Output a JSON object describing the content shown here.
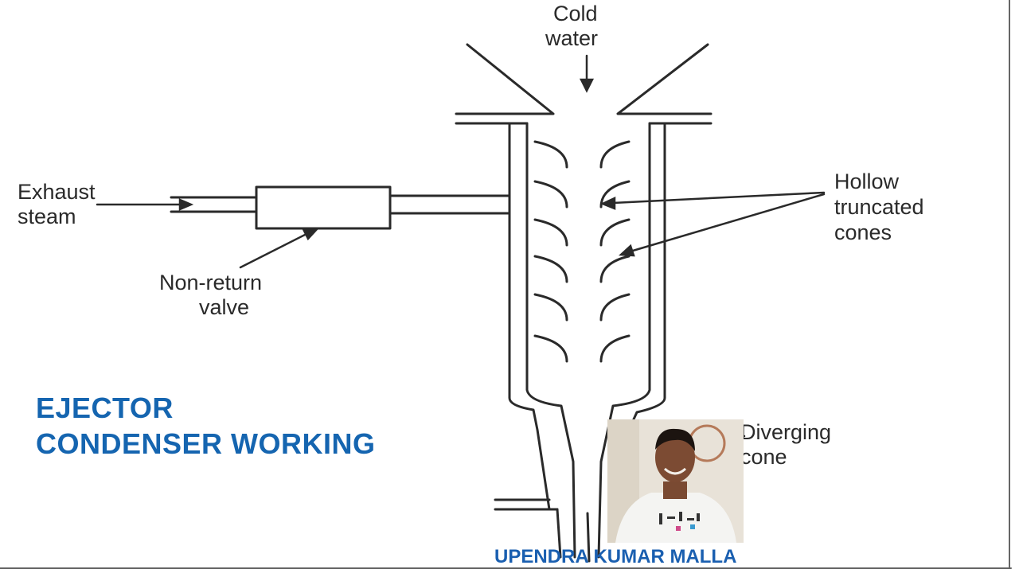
{
  "labels": {
    "cold_water": [
      "Cold",
      "water"
    ],
    "exhaust_steam": [
      "Exhaust",
      "steam"
    ],
    "non_return_valve": [
      "Non-return",
      "valve"
    ],
    "hollow_cones": [
      "Hollow",
      "truncated",
      "cones"
    ],
    "diverging_cone": [
      "Diverging",
      "cone"
    ]
  },
  "title": {
    "line1": "EJECTOR",
    "line2": "CONDENSER WORKING"
  },
  "author": "UPENDRA KUMAR MALLA",
  "colors": {
    "title": "#1565b0",
    "line": "#2a2a2a",
    "author": "#1a5fb0"
  },
  "photo_icon": "person-photo"
}
